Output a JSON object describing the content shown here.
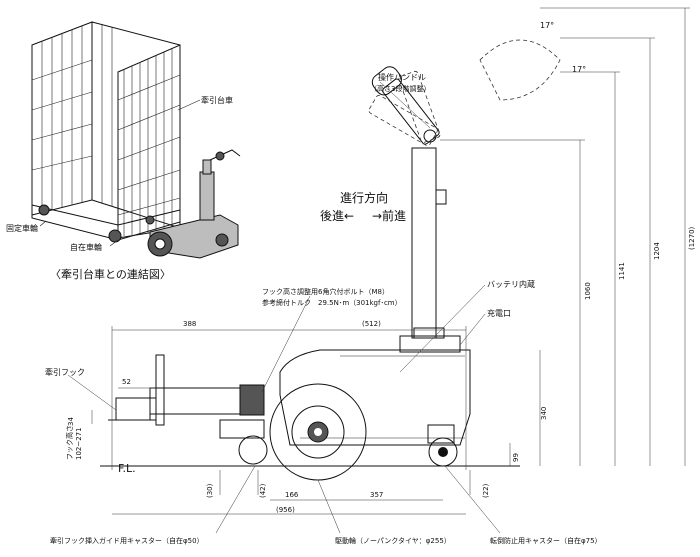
{
  "labels": {
    "cart_truck": "牽引台車",
    "fixed_wheel": "固定車輪",
    "free_wheel": "自在車輪",
    "connection_caption": "〈牽引台車との連結図〉",
    "handle": "操作ハンドル",
    "handle_sub": "（高さ3段階調整）",
    "direction_title": "進行方向",
    "direction_back": "後進←",
    "direction_fwd": "→前進",
    "battery": "バッテリ内蔵",
    "charge_port": "充電口",
    "hook": "牽引フック",
    "hook_bolt": "フック高さ調整用6角穴付ボルト（M8）",
    "torque": "参考締付トルク　29.5N･m（301kgf･cm）",
    "hook_height": "フック高さ",
    "hook_height_range": "102~271",
    "floor": "F.L.",
    "caster_guide": "牽引フック挿入ガイド用キャスター（自在φ50）",
    "drive_wheel": "駆動輪（ノーパンクタイヤ：φ255）",
    "tip_caster": "転倒防止用キャスター（自在φ75）",
    "angle_1": "17°",
    "angle_2": "17°"
  },
  "dimensions": {
    "d388": "388",
    "d512": "(512)",
    "d52": "52",
    "d34": "34",
    "d340": "340",
    "d99": "99",
    "d30": "(30)",
    "d42": "(42)",
    "d22": "(22)",
    "d166": "166",
    "d357": "357",
    "d956": "(956)",
    "d1060": "1060",
    "d1141": "1141",
    "d1204": "1204",
    "d1270": "(1270)"
  }
}
